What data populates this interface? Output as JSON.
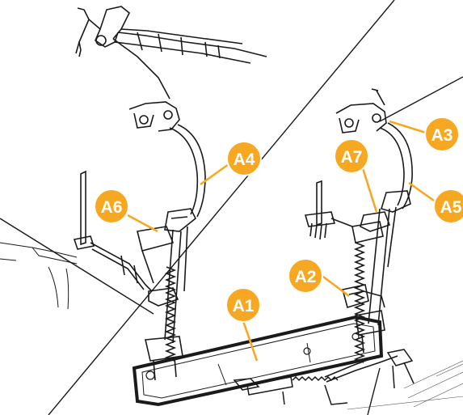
{
  "diagram": {
    "accent_color": "#F7A823",
    "ink_color": "#1a1a1a",
    "callouts": [
      {
        "id": "A1",
        "label": "A1"
      },
      {
        "id": "A2",
        "label": "A2"
      },
      {
        "id": "A3",
        "label": "A3"
      },
      {
        "id": "A4",
        "label": "A4"
      },
      {
        "id": "A5",
        "label": "A5"
      },
      {
        "id": "A6",
        "label": "A6"
      },
      {
        "id": "A7",
        "label": "A7"
      }
    ]
  }
}
